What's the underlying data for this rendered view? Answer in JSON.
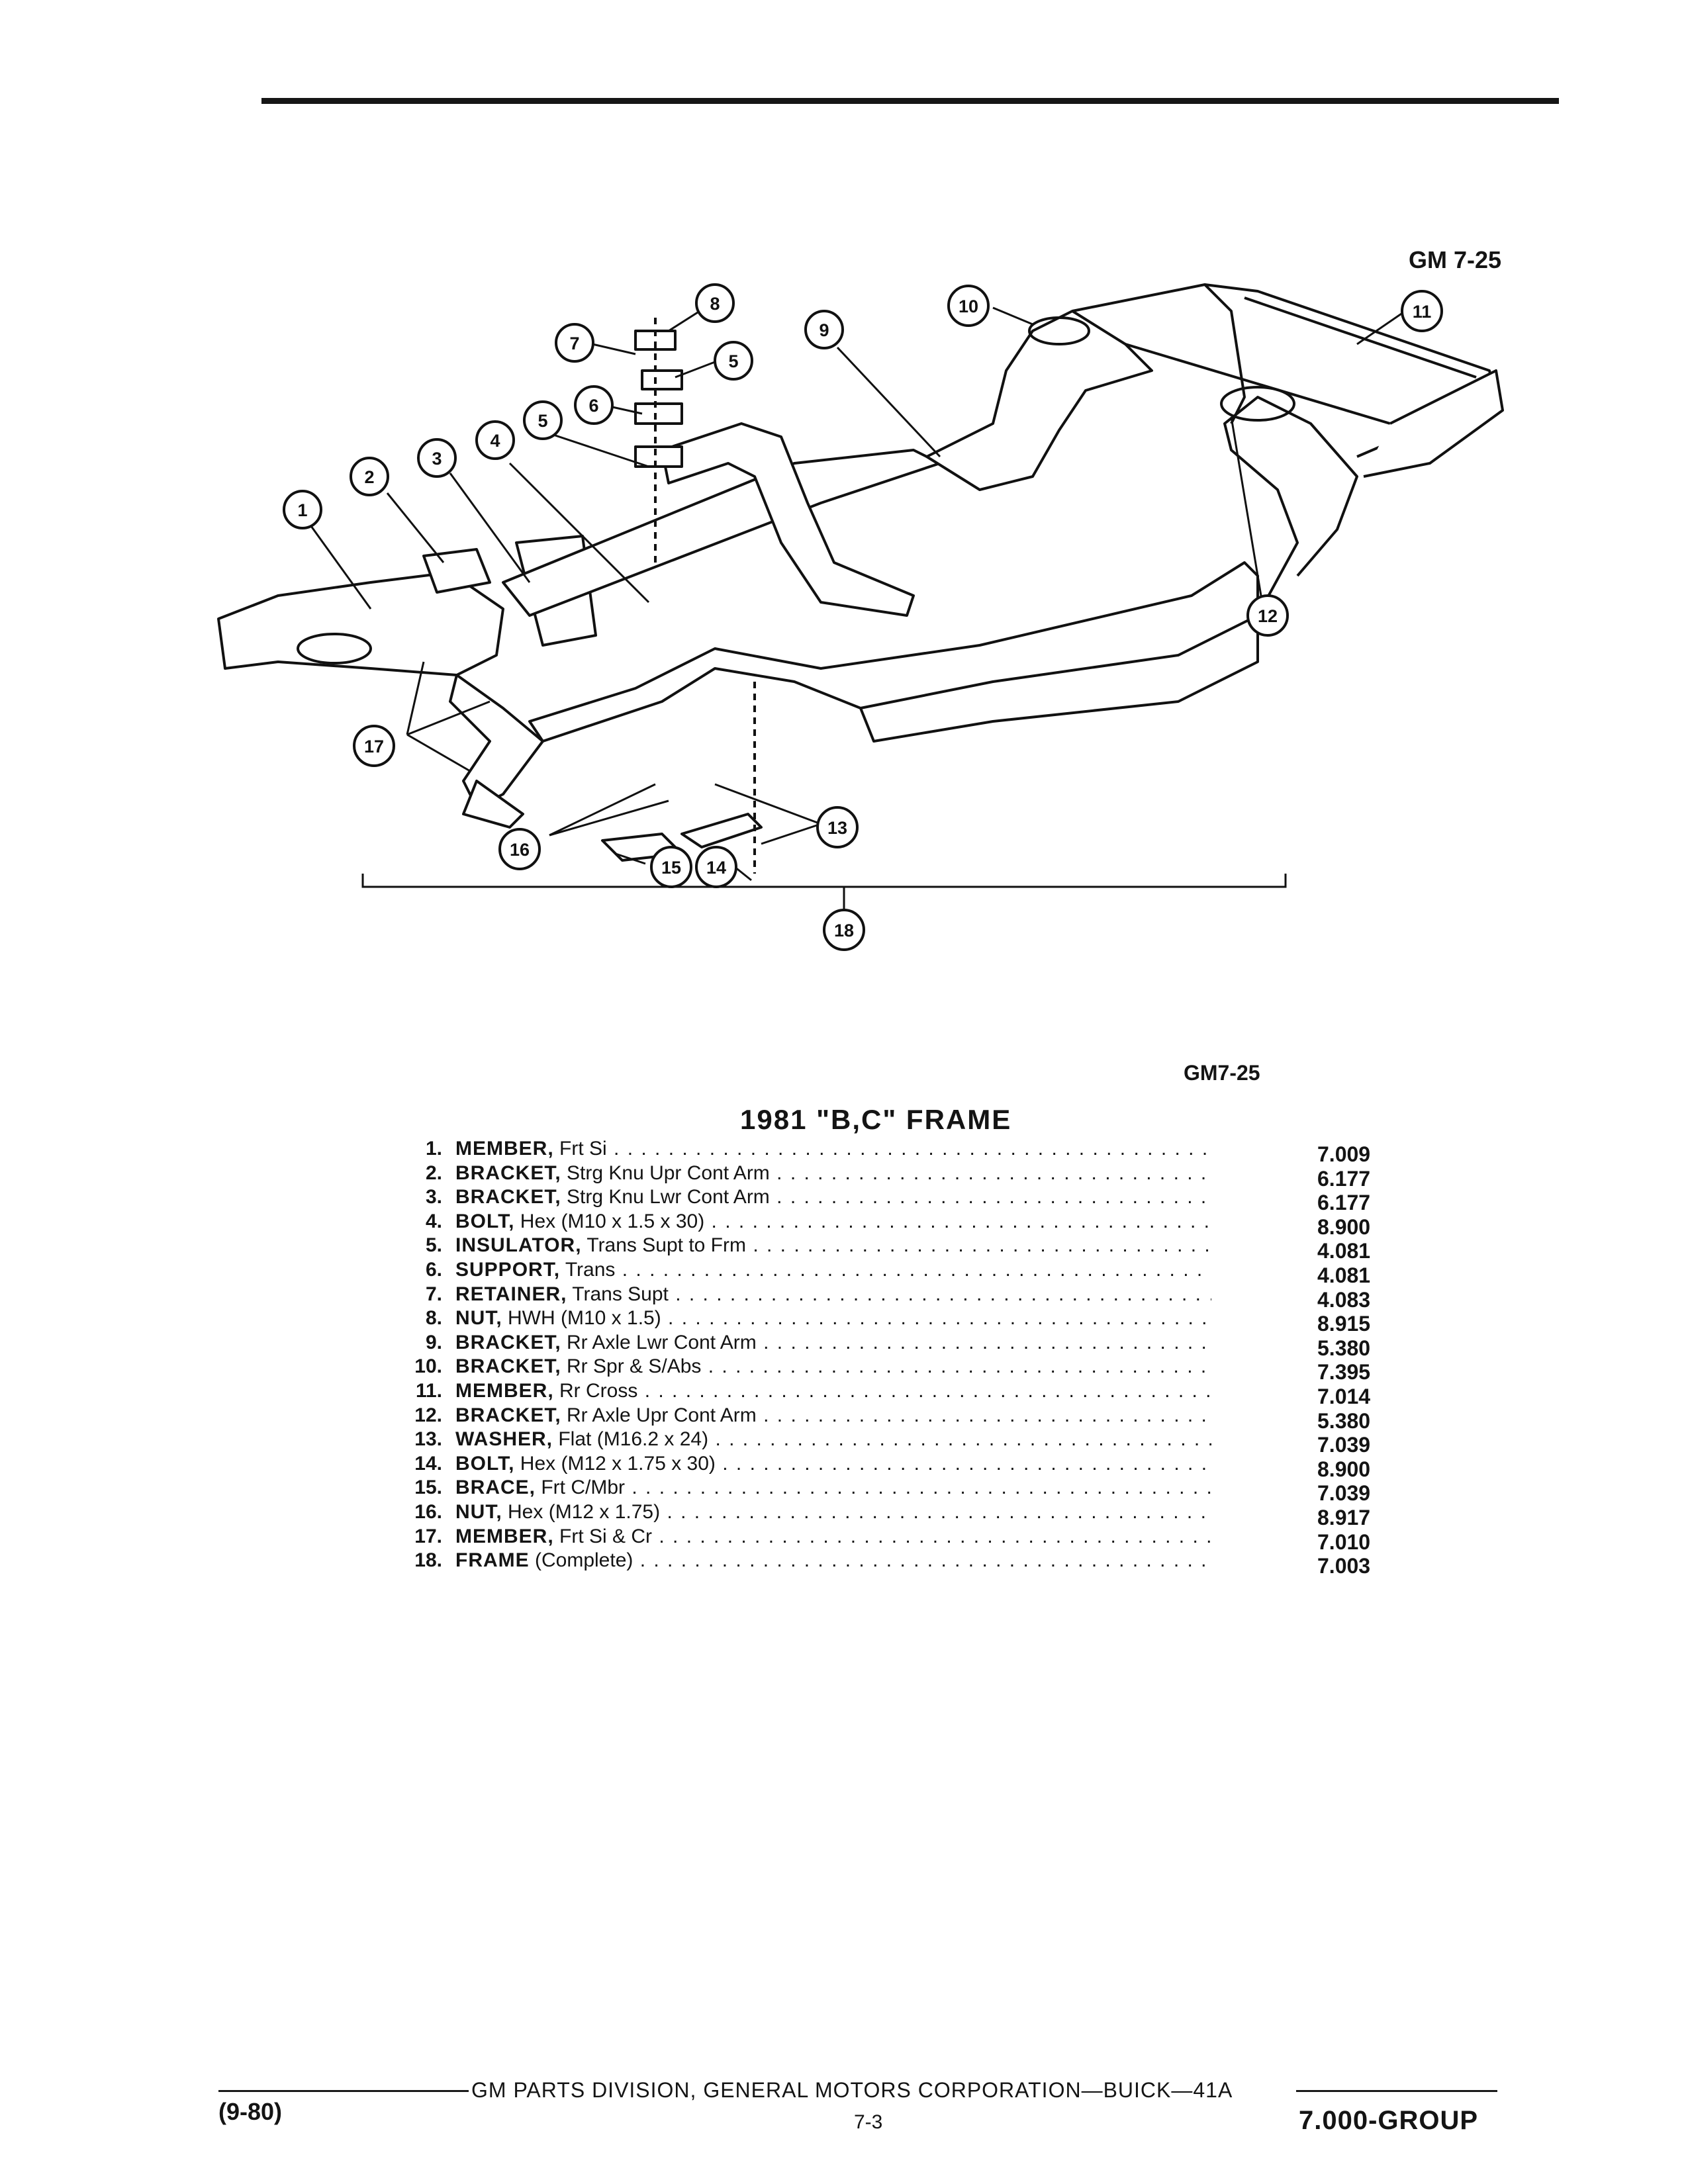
{
  "header": {
    "figure_code": "GM 7-25"
  },
  "diagram": {
    "callouts": [
      "1",
      "2",
      "3",
      "4",
      "5",
      "5",
      "6",
      "7",
      "8",
      "9",
      "10",
      "11",
      "12",
      "13",
      "14",
      "15",
      "16",
      "17",
      "18"
    ],
    "figure_code": "GM7-25"
  },
  "parts_list": {
    "title": "1981 \"B,C\" FRAME",
    "items": [
      {
        "num": "1.",
        "name": "MEMBER,",
        "desc": "Frt Si",
        "group": "7.009"
      },
      {
        "num": "2.",
        "name": "BRACKET,",
        "desc": "Strg Knu Upr Cont Arm",
        "group": "6.177"
      },
      {
        "num": "3.",
        "name": "BRACKET,",
        "desc": "Strg Knu Lwr Cont Arm",
        "group": "6.177"
      },
      {
        "num": "4.",
        "name": "BOLT,",
        "desc": "Hex (M10 x 1.5 x 30)",
        "group": "8.900"
      },
      {
        "num": "5.",
        "name": "INSULATOR,",
        "desc": "Trans Supt to Frm",
        "group": "4.081"
      },
      {
        "num": "6.",
        "name": "SUPPORT,",
        "desc": "Trans",
        "group": "4.081"
      },
      {
        "num": "7.",
        "name": "RETAINER,",
        "desc": "Trans Supt",
        "group": "4.083"
      },
      {
        "num": "8.",
        "name": "NUT,",
        "desc": "HWH (M10 x 1.5)",
        "group": "8.915"
      },
      {
        "num": "9.",
        "name": "BRACKET,",
        "desc": "Rr Axle Lwr Cont Arm",
        "group": "5.380"
      },
      {
        "num": "10.",
        "name": "BRACKET,",
        "desc": "Rr Spr & S/Abs",
        "group": "7.395"
      },
      {
        "num": "11.",
        "name": "MEMBER,",
        "desc": "Rr Cross",
        "group": "7.014"
      },
      {
        "num": "12.",
        "name": "BRACKET,",
        "desc": "Rr Axle Upr Cont Arm",
        "group": "5.380"
      },
      {
        "num": "13.",
        "name": "WASHER,",
        "desc": "Flat (M16.2 x 24)",
        "group": "7.039"
      },
      {
        "num": "14.",
        "name": "BOLT,",
        "desc": "Hex (M12 x 1.75 x 30)",
        "group": "8.900"
      },
      {
        "num": "15.",
        "name": "BRACE,",
        "desc": "Frt C/Mbr",
        "group": "7.039"
      },
      {
        "num": "16.",
        "name": "NUT,",
        "desc": "Hex (M12 x 1.75)",
        "group": "8.917"
      },
      {
        "num": "17.",
        "name": "MEMBER,",
        "desc": "Frt Si & Cr",
        "group": "7.010"
      },
      {
        "num": "18.",
        "name": "FRAME",
        "desc": "(Complete)",
        "group": "7.003"
      }
    ]
  },
  "footer": {
    "division": "GM PARTS DIVISION, GENERAL MOTORS CORPORATION—BUICK—41A",
    "page": "7-3",
    "date": "(9-80)",
    "group": "7.000-GROUP"
  }
}
